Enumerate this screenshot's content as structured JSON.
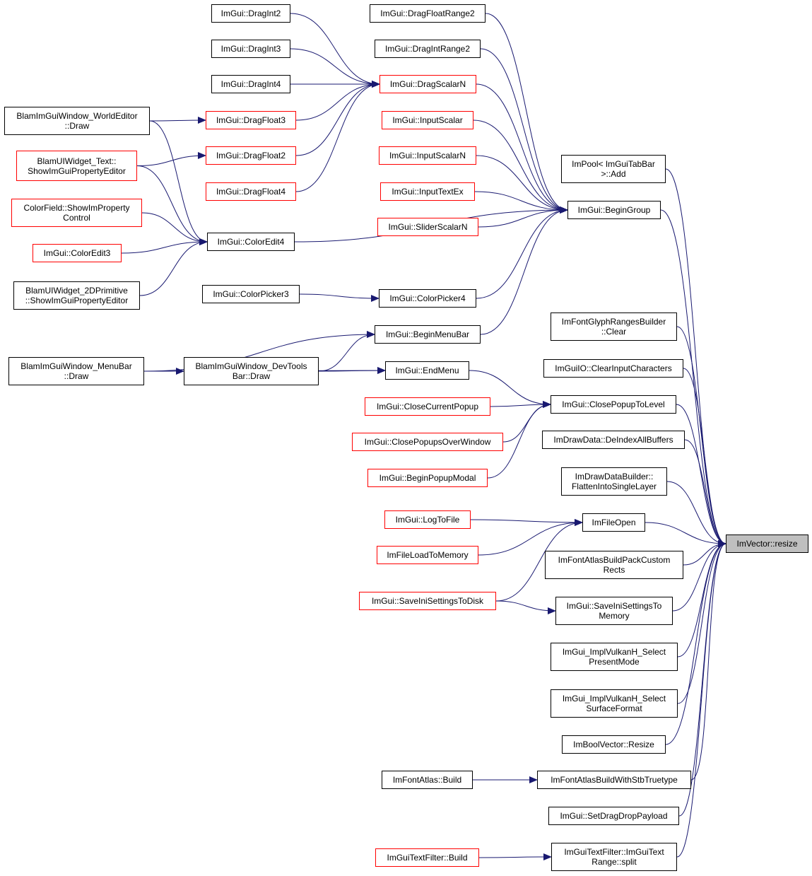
{
  "colors": {
    "edge": "#191970",
    "border_default": "#000000",
    "border_truncated": "#ff0000",
    "target_fill": "#bfbfbf"
  },
  "nodes": {
    "dragint2": {
      "label": "ImGui::DragInt2"
    },
    "dragint3": {
      "label": "ImGui::DragInt3"
    },
    "dragint4": {
      "label": "ImGui::DragInt4"
    },
    "worldeditor": {
      "label": "BlamImGuiWindow_WorldEditor\n::Draw"
    },
    "uiwidget_text": {
      "label": "BlamUIWidget_Text::\nShowImGuiPropertyEditor"
    },
    "colorfield": {
      "label": "ColorField::ShowImProperty\nControl"
    },
    "coloredit3": {
      "label": "ImGui::ColorEdit3"
    },
    "uiwidget_2d": {
      "label": "BlamUIWidget_2DPrimitive\n::ShowImGuiPropertyEditor"
    },
    "dragfloat3": {
      "label": "ImGui::DragFloat3"
    },
    "dragfloat2": {
      "label": "ImGui::DragFloat2"
    },
    "dragfloat4": {
      "label": "ImGui::DragFloat4"
    },
    "coloredit4": {
      "label": "ImGui::ColorEdit4"
    },
    "colorpicker3": {
      "label": "ImGui::ColorPicker3"
    },
    "menubar_draw": {
      "label": "BlamImGuiWindow_MenuBar\n::Draw"
    },
    "devtools_draw": {
      "label": "BlamImGuiWindow_DevTools\nBar::Draw"
    },
    "dragfloatrange2": {
      "label": "ImGui::DragFloatRange2"
    },
    "dragintrange2": {
      "label": "ImGui::DragIntRange2"
    },
    "dragscalarn": {
      "label": "ImGui::DragScalarN"
    },
    "inputscalar": {
      "label": "ImGui::InputScalar"
    },
    "inputscalarn": {
      "label": "ImGui::InputScalarN"
    },
    "inputtextex": {
      "label": "ImGui::InputTextEx"
    },
    "sliderscalarn": {
      "label": "ImGui::SliderScalarN"
    },
    "colorpicker4": {
      "label": "ImGui::ColorPicker4"
    },
    "beginmenubar": {
      "label": "ImGui::BeginMenuBar"
    },
    "endmenu": {
      "label": "ImGui::EndMenu"
    },
    "closecurrentpopup": {
      "label": "ImGui::CloseCurrentPopup"
    },
    "closepopupsoverwindow": {
      "label": "ImGui::ClosePopupsOverWindow"
    },
    "beginpopupmodal": {
      "label": "ImGui::BeginPopupModal"
    },
    "logtofile": {
      "label": "ImGui::LogToFile"
    },
    "fileloadtomemory": {
      "label": "ImFileLoadToMemory"
    },
    "saveinisettingstodisk": {
      "label": "ImGui::SaveIniSettingsToDisk"
    },
    "fontatlas_build": {
      "label": "ImFontAtlas::Build"
    },
    "textfilter_build": {
      "label": "ImGuiTextFilter::Build"
    },
    "pool_add": {
      "label": "ImPool< ImGuiTabBar\n>::Add"
    },
    "begingroup": {
      "label": "ImGui::BeginGroup"
    },
    "glyphranges_clear": {
      "label": "ImFontGlyphRangesBuilder\n::Clear"
    },
    "clearinputchars": {
      "label": "ImGuiIO::ClearInputCharacters"
    },
    "closepopuptolevel": {
      "label": "ImGui::ClosePopupToLevel"
    },
    "deindexallbuffers": {
      "label": "ImDrawData::DeIndexAllBuffers"
    },
    "flattenintosinglelayer": {
      "label": "ImDrawDataBuilder::\nFlattenIntoSingleLayer"
    },
    "fileopen": {
      "label": "ImFileOpen"
    },
    "buildpackcustomrects": {
      "label": "ImFontAtlasBuildPackCustom\nRects"
    },
    "saveinisettingstomemory": {
      "label": "ImGui::SaveIniSettingsTo\nMemory"
    },
    "vulkan_presentmode": {
      "label": "ImGui_ImplVulkanH_Select\nPresentMode"
    },
    "vulkan_surfaceformat": {
      "label": "ImGui_ImplVulkanH_Select\nSurfaceFormat"
    },
    "boolvector_resize": {
      "label": "ImBoolVector::Resize"
    },
    "buildwithstbtruetype": {
      "label": "ImFontAtlasBuildWithStbTruetype"
    },
    "setdragdroppayload": {
      "label": "ImGui::SetDragDropPayload"
    },
    "textrange_split": {
      "label": "ImGuiTextFilter::ImGuiText\nRange::split"
    },
    "imvector_resize": {
      "label": "ImVector::resize"
    }
  },
  "edges": [
    [
      "dragint2",
      "dragscalarn"
    ],
    [
      "dragint3",
      "dragscalarn"
    ],
    [
      "dragint4",
      "dragscalarn"
    ],
    [
      "dragfloat3",
      "dragscalarn"
    ],
    [
      "dragfloat2",
      "dragscalarn"
    ],
    [
      "dragfloat4",
      "dragscalarn"
    ],
    [
      "worldeditor",
      "dragfloat3"
    ],
    [
      "uiwidget_text",
      "dragfloat2"
    ],
    [
      "worldeditor",
      "coloredit4"
    ],
    [
      "uiwidget_text",
      "coloredit4"
    ],
    [
      "colorfield",
      "coloredit4"
    ],
    [
      "coloredit3",
      "coloredit4"
    ],
    [
      "uiwidget_2d",
      "coloredit4"
    ],
    [
      "colorpicker3",
      "colorpicker4"
    ],
    [
      "menubar_draw",
      "devtools_draw"
    ],
    [
      "menubar_draw",
      "beginmenubar"
    ],
    [
      "devtools_draw",
      "beginmenubar"
    ],
    [
      "devtools_draw",
      "endmenu"
    ],
    [
      "menubar_draw",
      "endmenu"
    ],
    [
      "dragfloatrange2",
      "begingroup"
    ],
    [
      "dragintrange2",
      "begingroup"
    ],
    [
      "dragscalarn",
      "begingroup"
    ],
    [
      "inputscalar",
      "begingroup"
    ],
    [
      "inputscalarn",
      "begingroup"
    ],
    [
      "inputtextex",
      "begingroup"
    ],
    [
      "sliderscalarn",
      "begingroup"
    ],
    [
      "coloredit4",
      "begingroup"
    ],
    [
      "colorpicker4",
      "begingroup"
    ],
    [
      "beginmenubar",
      "begingroup"
    ],
    [
      "endmenu",
      "closepopuptolevel"
    ],
    [
      "closecurrentpopup",
      "closepopuptolevel"
    ],
    [
      "closepopupsoverwindow",
      "closepopuptolevel"
    ],
    [
      "beginpopupmodal",
      "closepopuptolevel"
    ],
    [
      "logtofile",
      "fileopen"
    ],
    [
      "fileloadtomemory",
      "fileopen"
    ],
    [
      "saveinisettingstodisk",
      "fileopen"
    ],
    [
      "saveinisettingstodisk",
      "saveinisettingstomemory"
    ],
    [
      "fontatlas_build",
      "buildwithstbtruetype"
    ],
    [
      "textfilter_build",
      "textrange_split"
    ],
    [
      "pool_add",
      "imvector_resize"
    ],
    [
      "begingroup",
      "imvector_resize"
    ],
    [
      "glyphranges_clear",
      "imvector_resize"
    ],
    [
      "clearinputchars",
      "imvector_resize"
    ],
    [
      "closepopuptolevel",
      "imvector_resize"
    ],
    [
      "deindexallbuffers",
      "imvector_resize"
    ],
    [
      "flattenintosinglelayer",
      "imvector_resize"
    ],
    [
      "fileopen",
      "imvector_resize"
    ],
    [
      "buildpackcustomrects",
      "imvector_resize"
    ],
    [
      "saveinisettingstomemory",
      "imvector_resize"
    ],
    [
      "vulkan_presentmode",
      "imvector_resize"
    ],
    [
      "vulkan_surfaceformat",
      "imvector_resize"
    ],
    [
      "boolvector_resize",
      "imvector_resize"
    ],
    [
      "buildwithstbtruetype",
      "imvector_resize"
    ],
    [
      "setdragdroppayload",
      "imvector_resize"
    ],
    [
      "textrange_split",
      "imvector_resize"
    ]
  ]
}
